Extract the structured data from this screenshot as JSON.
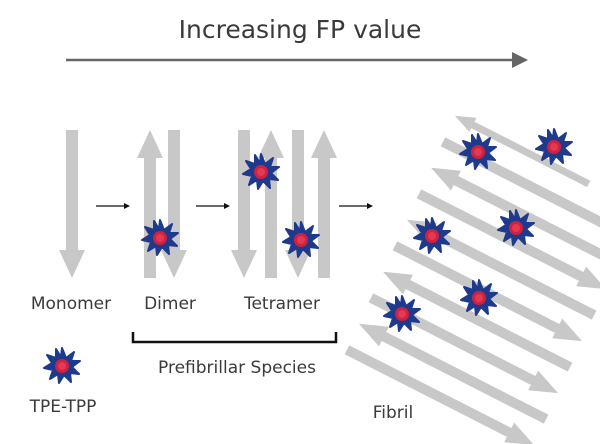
{
  "title": "Increasing FP value",
  "stages": {
    "monomer": "Monomer",
    "dimer": "Dimer",
    "tetramer": "Tetramer",
    "fibril": "Fibril"
  },
  "group_label": "Prefibrillar Species",
  "legend": {
    "probe": "TPE-TPP",
    "probe_icon": "tpe-tpp-star-icon"
  },
  "colors": {
    "strand": "#c8c8c8",
    "arrow_dark": "#666666",
    "star_outer": "#1f3a8c",
    "star_inner": "#d0223f",
    "text": "#3a3a3a"
  }
}
